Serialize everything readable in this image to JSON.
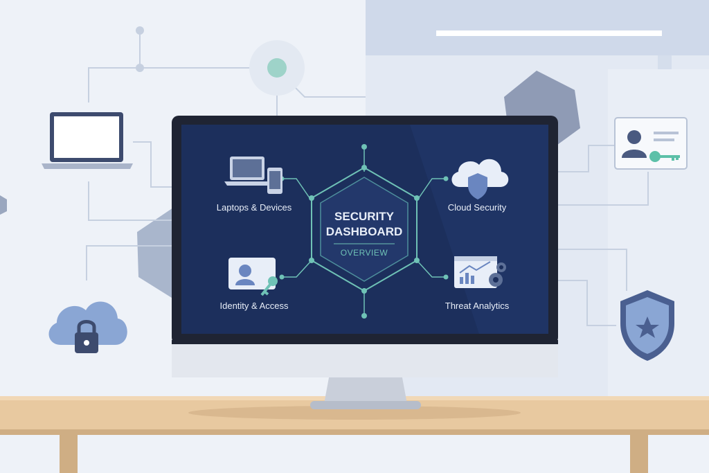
{
  "dashboard": {
    "title_line1": "SECURITY",
    "title_line2": "DASHBOARD",
    "subtitle": "OVERVIEW",
    "nodes": [
      {
        "label": "Laptops & Devices",
        "icon": "laptop-phone-icon"
      },
      {
        "label": "Cloud Security",
        "icon": "cloud-shield-icon"
      },
      {
        "label": "Identity & Access",
        "icon": "id-card-key-icon"
      },
      {
        "label": "Threat Analytics",
        "icon": "analytics-gears-icon"
      }
    ]
  },
  "colors": {
    "screen_bg": "#1c2f5c",
    "accent": "#7cc9bf",
    "icon_blue": "#8aa6d4",
    "desk": "#e8c9a0"
  }
}
